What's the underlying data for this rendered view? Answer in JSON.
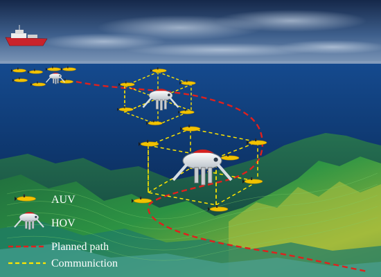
{
  "legend": {
    "auv_label": "AUV",
    "hov_label": "HOV",
    "planned_path_label": "Planned path",
    "communication_label": "Communiction"
  },
  "colors": {
    "sky_top": "#1a2f52",
    "sky_bottom": "#6f8aae",
    "water_surface": "#123a7a",
    "deep_water": "#0a1f44",
    "seabed_green": "#2d8a3a",
    "seabed_yellow": "#c8c23a",
    "auv_yellow": "#f2c200",
    "planned_path_red": "#e0201c",
    "communication_yellow": "#ffe600",
    "ship_red": "#c9232b"
  },
  "icons": [
    "ship-icon",
    "auv-icon",
    "hov-icon"
  ]
}
